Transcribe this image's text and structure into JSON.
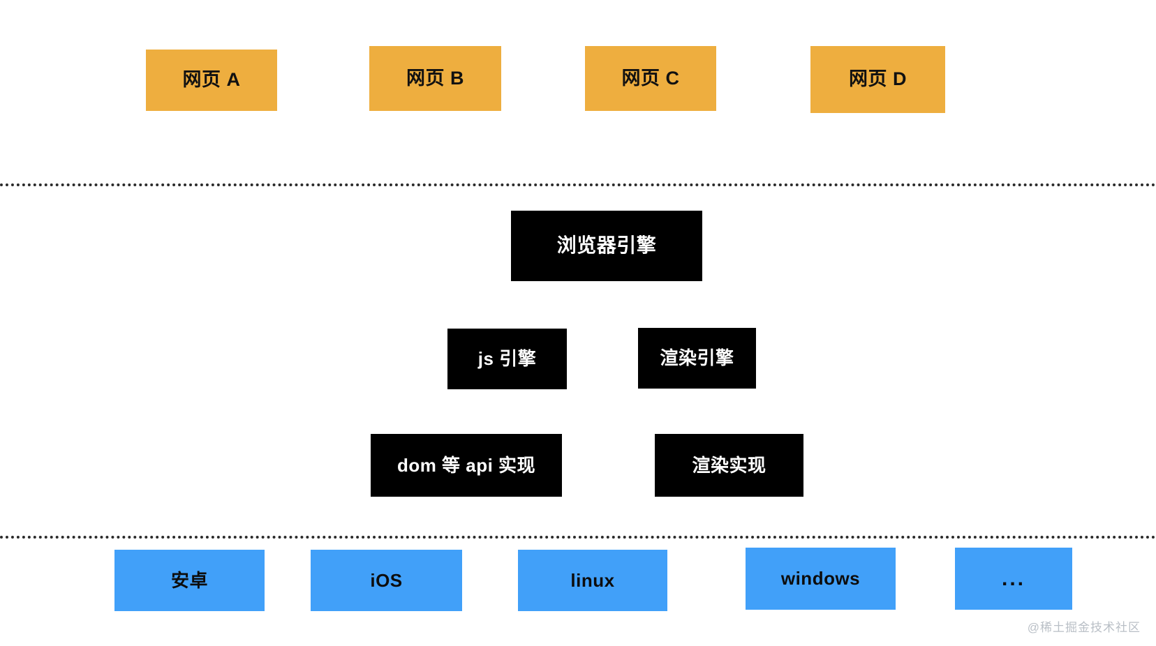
{
  "diagram": {
    "type": "layered-architecture",
    "background_color": "#ffffff",
    "layers": [
      {
        "id": "web-pages",
        "color": "#eeae3f",
        "nodes": [
          {
            "label": "网页 A"
          },
          {
            "label": "网页 B"
          },
          {
            "label": "网页 C"
          },
          {
            "label": "网页 D"
          }
        ]
      },
      {
        "id": "browser-internals",
        "color": "#000000",
        "nodes": [
          {
            "label": "浏览器引擎"
          },
          {
            "label": "js 引擎"
          },
          {
            "label": "渲染引擎"
          },
          {
            "label": "dom 等 api 实现"
          },
          {
            "label": "渲染实现"
          }
        ]
      },
      {
        "id": "operating-systems",
        "color": "#41a0f9",
        "nodes": [
          {
            "label": "安卓"
          },
          {
            "label": "iOS"
          },
          {
            "label": "linux"
          },
          {
            "label": "windows"
          },
          {
            "label": "..."
          }
        ]
      }
    ]
  },
  "pages": {
    "a": "网页 A",
    "b": "网页 B",
    "c": "网页 C",
    "d": "网页 D"
  },
  "engines": {
    "browser_engine": "浏览器引擎",
    "js_engine": "js 引擎",
    "render_engine": "渲染引擎",
    "dom_api_impl": "dom 等 api 实现",
    "render_impl": "渲染实现"
  },
  "os": {
    "android": "安卓",
    "ios": "iOS",
    "linux": "linux",
    "windows": "windows",
    "more": "..."
  },
  "watermark": {
    "text": "@稀土掘金技术社区"
  }
}
